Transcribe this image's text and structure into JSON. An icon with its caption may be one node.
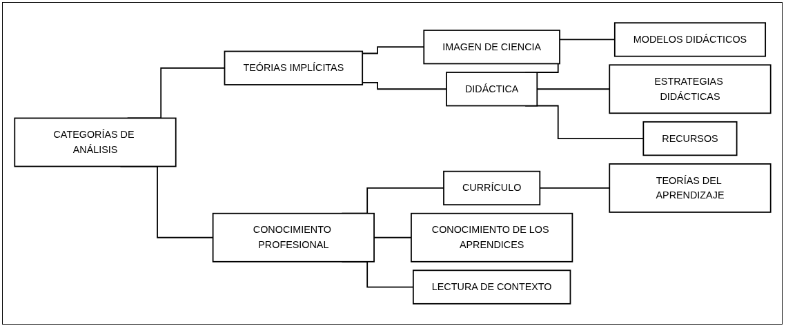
{
  "diagram": {
    "nodes": [
      {
        "text": [
          "CATEGORÍAS DE ANÁLISIS"
        ]
      },
      {
        "text": [
          "TEÓRIAS IMPLÍCITAS"
        ]
      },
      {
        "text": [
          "IMAGEN DE CIENCIA"
        ]
      },
      {
        "text": [
          "DIDÁCTICA"
        ]
      },
      {
        "text": [
          "MODELOS DIDÁCTICOS"
        ]
      },
      {
        "text": [
          "ESTRATEGIAS DIDÁCTICAS"
        ]
      },
      {
        "text": [
          "RECURSOS"
        ]
      },
      {
        "text": [
          "CONOCIMIENTO PROFESIONAL"
        ]
      },
      {
        "text": [
          "CURRÍCULO"
        ]
      },
      {
        "text": [
          "TEORÍAS DEL APRENDIZAJE"
        ]
      },
      {
        "text": [
          "CONOCIMIENTO DE LOS APRENDICES"
        ]
      },
      {
        "text": [
          "LECTURA DE CONTEXTO"
        ]
      }
    ],
    "edges": [
      {
        "from": 0,
        "to": 1,
        "arrow": "none"
      },
      {
        "from": 0,
        "to": 7,
        "arrow": "none"
      },
      {
        "from": 1,
        "to": 2,
        "arrow": "none"
      },
      {
        "from": 1,
        "to": 3,
        "arrow": "none"
      },
      {
        "from": 3,
        "to": 4,
        "arrow": "none"
      },
      {
        "from": 3,
        "to": 5,
        "arrow": "none"
      },
      {
        "from": 3,
        "to": 6,
        "arrow": "none"
      },
      {
        "from": 7,
        "to": 8,
        "arrow": "none"
      },
      {
        "from": 7,
        "to": 10,
        "arrow": "none"
      },
      {
        "from": 7,
        "to": 11,
        "arrow": "none"
      },
      {
        "from": 8,
        "to": 9,
        "arrow": "none"
      }
    ]
  }
}
